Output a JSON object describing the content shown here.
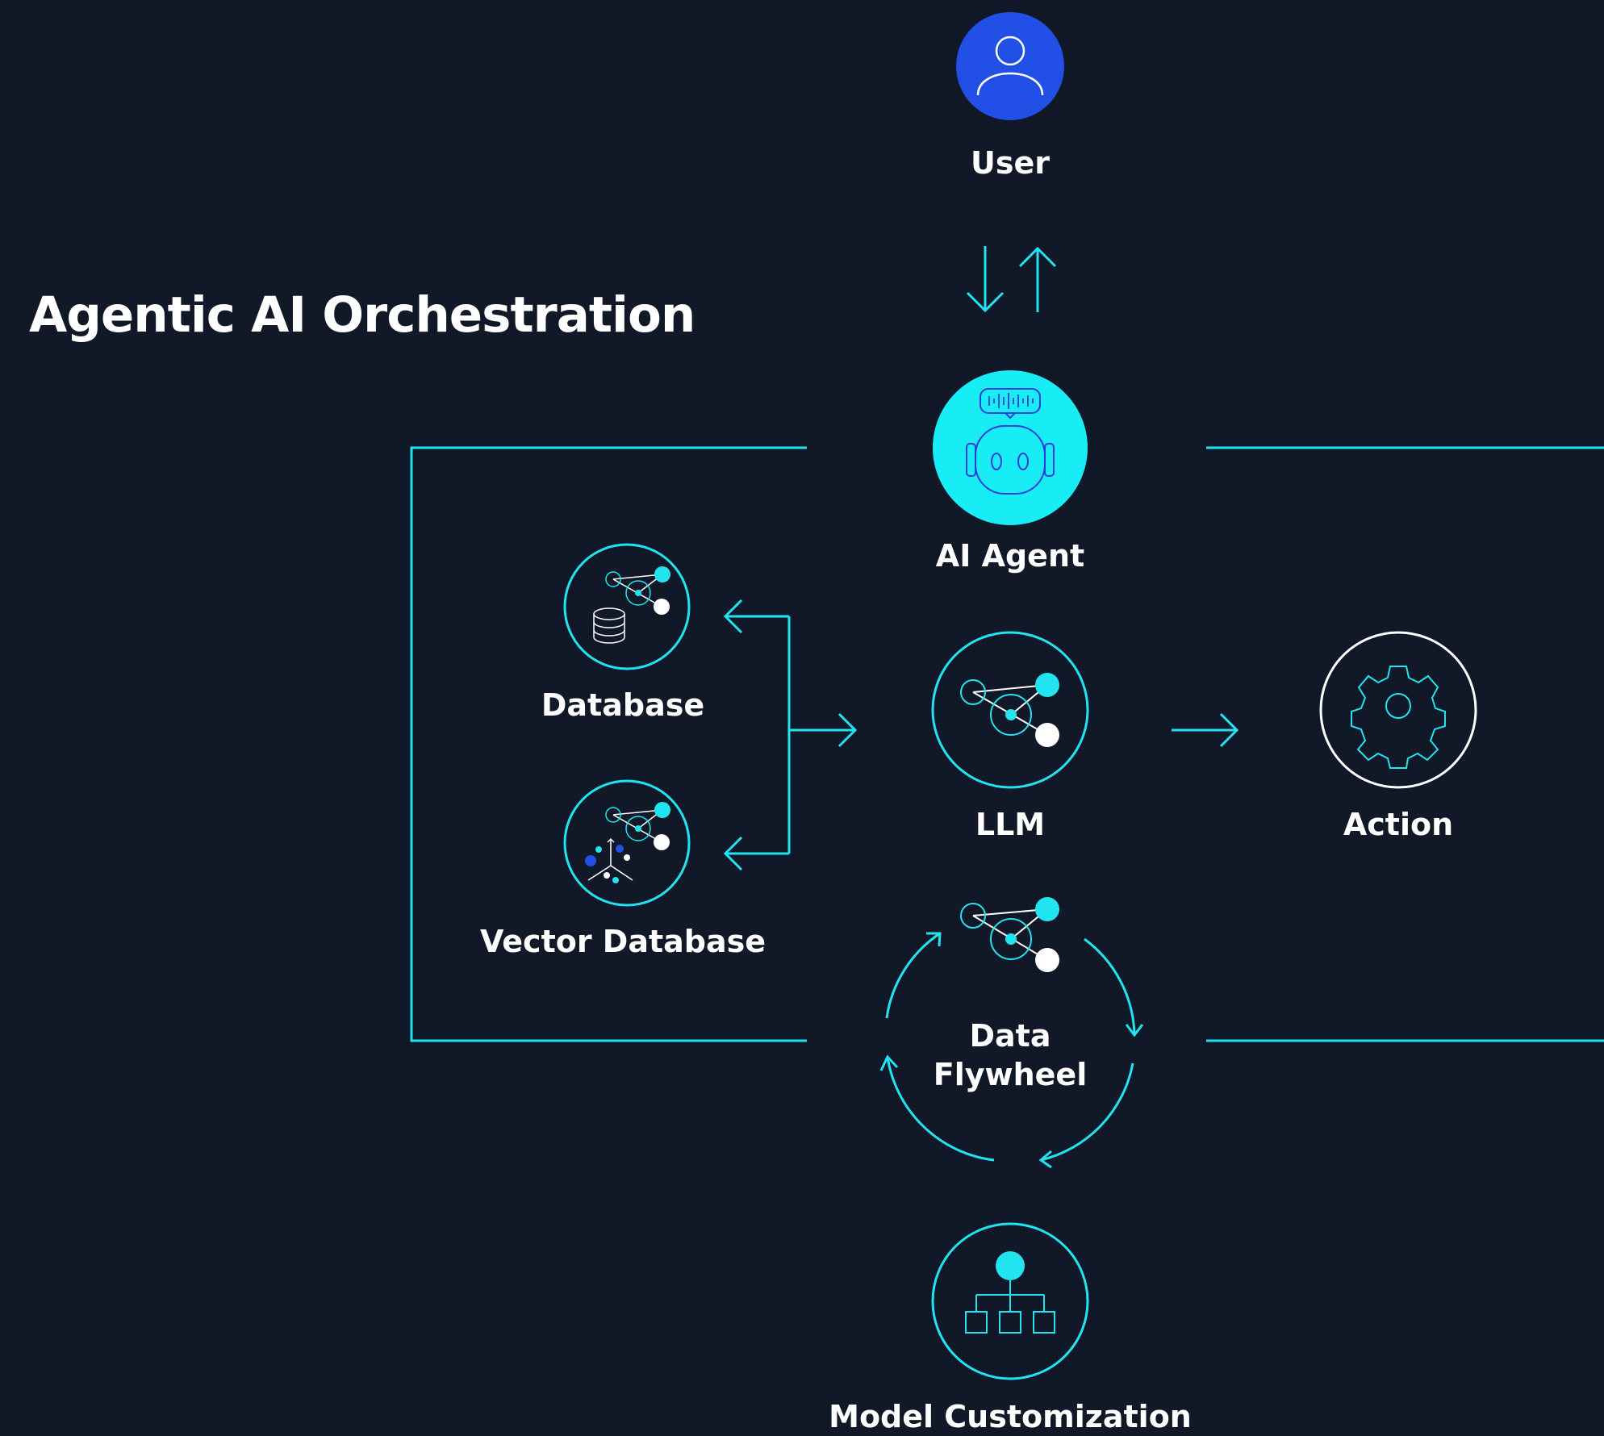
{
  "title": "Agentic AI Orchestration",
  "nodes": {
    "user": {
      "label": "User",
      "icon": "user-icon"
    },
    "agent": {
      "label": "AI Agent",
      "icon": "robot-icon"
    },
    "database": {
      "label": "Database",
      "icon": "database-icon"
    },
    "vector_db": {
      "label": "Vector Database",
      "icon": "vector-database-icon"
    },
    "llm": {
      "label": "LLM",
      "icon": "neural-network-icon"
    },
    "action": {
      "label": "Action",
      "icon": "gear-icon"
    },
    "flywheel": {
      "label_line1": "Data",
      "label_line2": "Flywheel",
      "icon": "neural-network-icon"
    },
    "model": {
      "label": "Model Customization",
      "icon": "hierarchy-icon"
    }
  },
  "colors": {
    "background": "#111827",
    "accent": "#22e3f0",
    "user_fill": "#2250e6",
    "text": "#ffffff"
  }
}
